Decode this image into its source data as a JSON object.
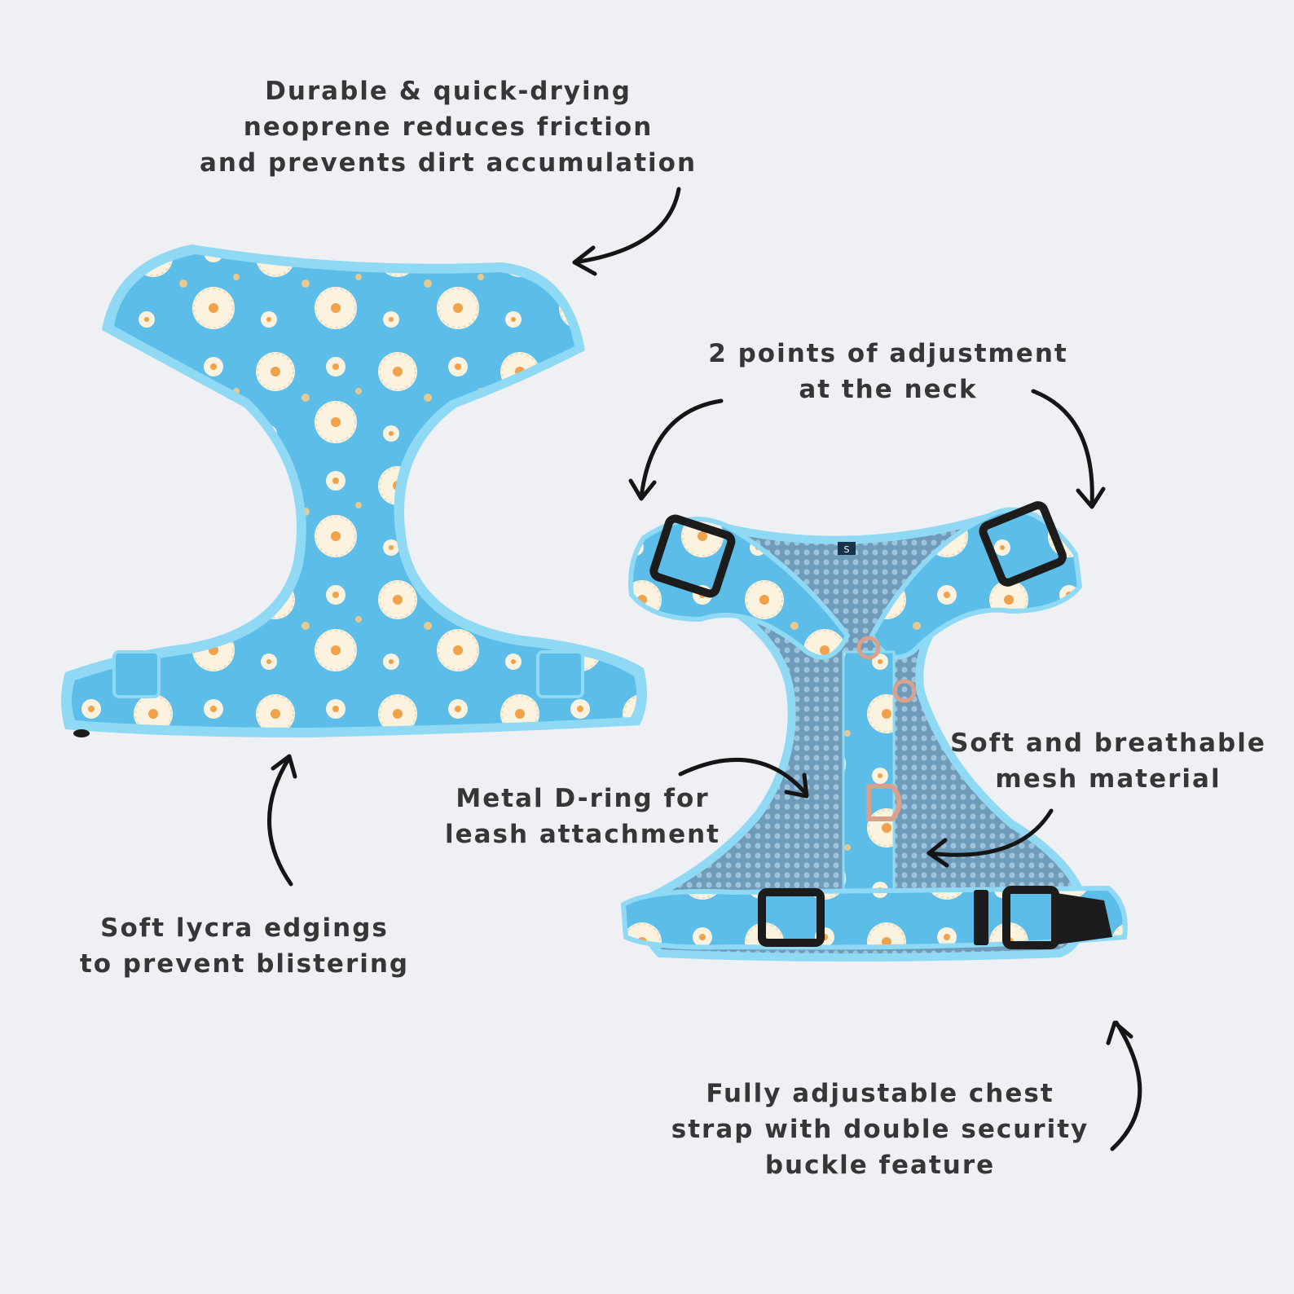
{
  "callouts": {
    "neoprene": {
      "lines": [
        "Durable & quick-drying",
        "neoprene reduces friction",
        "and prevents dirt accumulation"
      ]
    },
    "neck_adjust": {
      "lines": [
        "2 points of adjustment",
        "at the neck"
      ]
    },
    "mesh": {
      "lines": [
        "Soft and breathable",
        "mesh material"
      ]
    },
    "dring": {
      "lines": [
        "Metal D-ring for",
        "leash attachment"
      ]
    },
    "lycra": {
      "lines": [
        "Soft lycra edgings",
        "to prevent blistering"
      ]
    },
    "chest_strap": {
      "lines": [
        "Fully adjustable chest",
        "strap with double security",
        "buckle feature"
      ]
    }
  },
  "product": {
    "size_tag": "S",
    "colors": {
      "background": "#eef0f3",
      "fabric": "#5bbde8",
      "edging": "#8fd9f5",
      "mesh": "#7ea9c6",
      "daisy_petal": "#fbf3df",
      "daisy_center": "#f0a24a",
      "hardware": "#1c1c1c",
      "ring": "#d9a08a",
      "text": "#343638",
      "arrow": "#151515"
    }
  }
}
